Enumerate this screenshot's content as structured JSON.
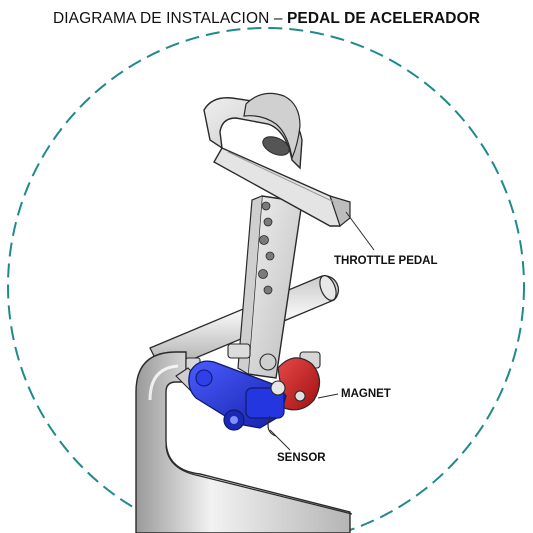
{
  "header": {
    "title_prefix": "DIAGRAMA DE INSTALACION – ",
    "title_bold": "PEDAL DE ACELERADOR"
  },
  "callouts": {
    "throttle_pedal": "THROTTLE PEDAL",
    "magnet": "MAGNET",
    "sensor": "SENSOR"
  },
  "colors": {
    "dashed_circle": "#1f8a8a",
    "sensor": "#1c2fd6",
    "magnet": "#cc1f1f",
    "metal": "#d9d9d9",
    "outline": "#2a2a2a"
  }
}
